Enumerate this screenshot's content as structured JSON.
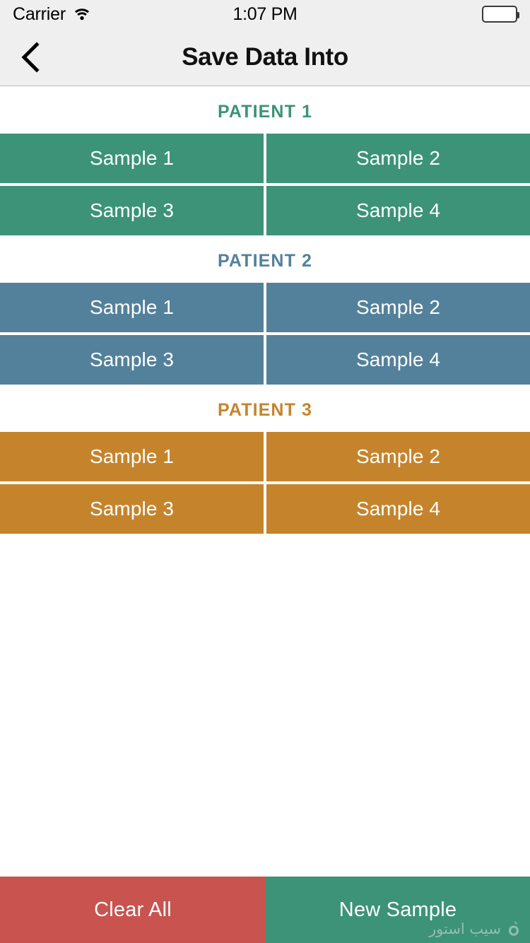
{
  "statusbar": {
    "carrier": "Carrier",
    "time": "1:07 PM",
    "wifi_icon": "wifi-icon",
    "battery_icon": "battery-full-icon",
    "battery_level": 100,
    "background": "#efeff0"
  },
  "navbar": {
    "title": "Save Data Into",
    "back_icon": "chevron-left-icon",
    "background": "#efeff0"
  },
  "sections": [
    {
      "header": "PATIENT 1",
      "color": "#3c9377",
      "samples": [
        "Sample 1",
        "Sample 2",
        "Sample 3",
        "Sample 4"
      ]
    },
    {
      "header": "PATIENT 2",
      "color": "#53819b",
      "samples": [
        "Sample 1",
        "Sample 2",
        "Sample 3",
        "Sample 4"
      ]
    },
    {
      "header": "PATIENT 3",
      "color": "#c5842c",
      "samples": [
        "Sample 1",
        "Sample 2",
        "Sample 3",
        "Sample 4"
      ]
    }
  ],
  "toolbar": {
    "clear_label": "Clear All",
    "clear_color": "#c8534f",
    "new_label": "New Sample",
    "new_color": "#3c9377"
  },
  "watermark": {
    "text": "سیب استور",
    "mark_icon": "apple-store-logo-icon"
  }
}
